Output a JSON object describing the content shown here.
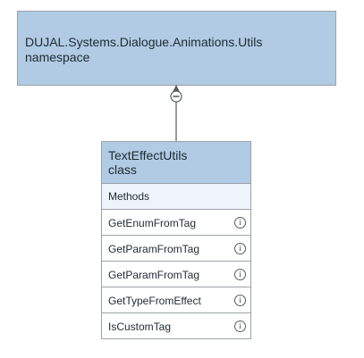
{
  "namespace": {
    "name": "DUJAL.Systems.Dialogue.Animations.Utils",
    "kind": "namespace"
  },
  "class": {
    "name": "TextEffectUtils",
    "kind": "class",
    "section_label": "Methods",
    "methods": [
      {
        "label": "GetEnumFromTag",
        "icon": "info-icon"
      },
      {
        "label": "GetParamFromTag",
        "icon": "info-icon"
      },
      {
        "label": "GetParamFromTag",
        "icon": "info-icon"
      },
      {
        "label": "GetTypeFromEffect",
        "icon": "info-icon"
      },
      {
        "label": "IsCustomTag",
        "icon": "info-icon"
      }
    ]
  },
  "colors": {
    "header_fill": "#b0cbe3",
    "section_fill": "#eef4f9",
    "border": "#9aa3ab",
    "connector": "#555c63"
  }
}
